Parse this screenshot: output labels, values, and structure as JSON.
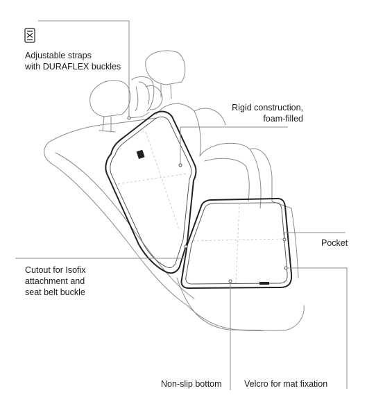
{
  "callouts": {
    "straps": {
      "line1": "Adjustable straps",
      "line2": "with DURAFLEX buckles"
    },
    "rigid": {
      "line1": "Rigid construction,",
      "line2": "foam-filled"
    },
    "pocket": {
      "line1": "Pocket"
    },
    "cutout": {
      "line1": "Cutout for Isofix",
      "line2": "attachment and",
      "line3": "seat belt buckle"
    },
    "nonslip": {
      "line1": "Non-slip bottom"
    },
    "velcro": {
      "line1": "Velcro for mat fixation"
    }
  },
  "colors": {
    "outline": "#777777",
    "product": "#222222",
    "leader": "#8a8a8a",
    "dash": "#bdbdbd"
  },
  "icons": [
    "buckle-icon"
  ]
}
